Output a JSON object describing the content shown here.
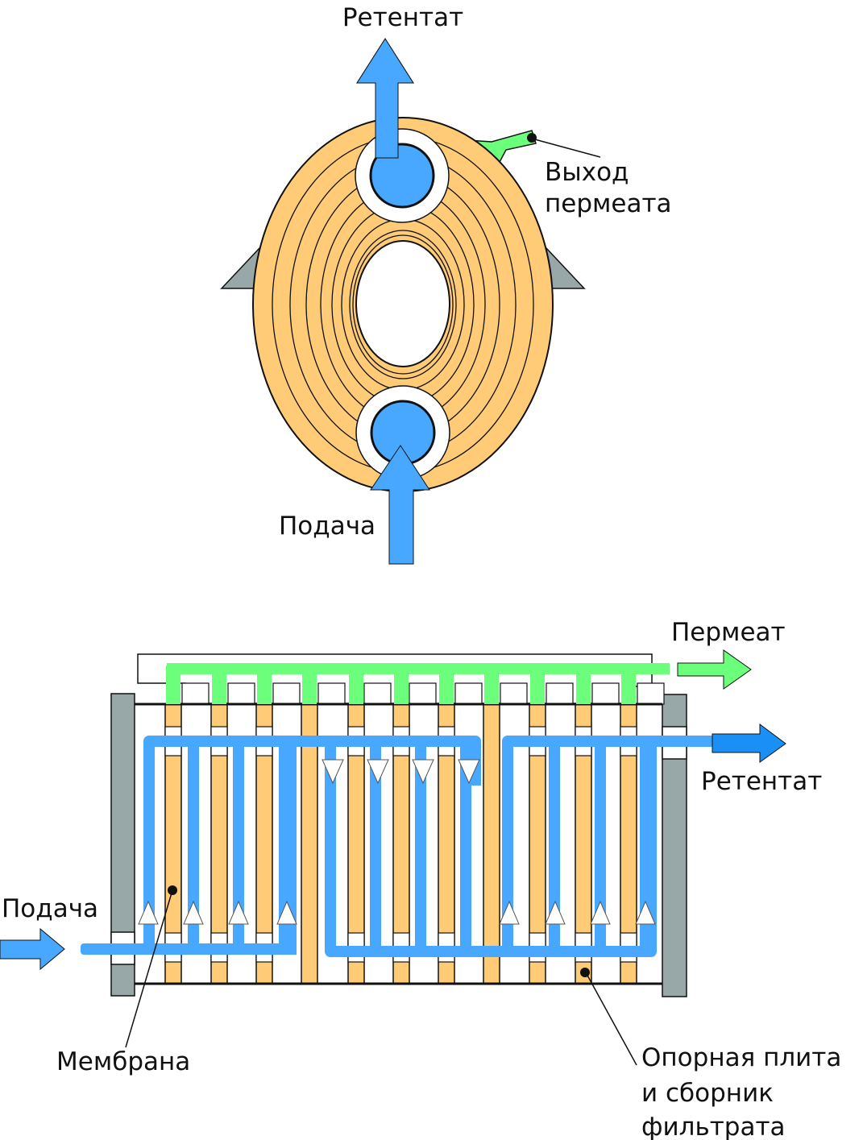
{
  "colors": {
    "membrane": "#FFCB76",
    "feed_blue": "#48A8FF",
    "retentate_dark_blue": "#1A8FF6",
    "permeate_green": "#6BFF7C",
    "plate_gray": "#98A8A8",
    "outline": "#111111",
    "white": "#FFFFFF"
  },
  "top_diagram": {
    "label_retentate": "Ретентат",
    "label_permeate_outlet_line1": "Выход",
    "label_permeate_outlet_line2": "пермеата",
    "label_feed": "Подача"
  },
  "bottom_diagram": {
    "label_permeate": "Пермеат",
    "label_retentate": "Ретентат",
    "label_feed": "Подача",
    "label_membrane": "Мембрана",
    "label_support_line1": "Опорная плита",
    "label_support_line2": "и сборник",
    "label_support_line3": "фильтрата"
  }
}
